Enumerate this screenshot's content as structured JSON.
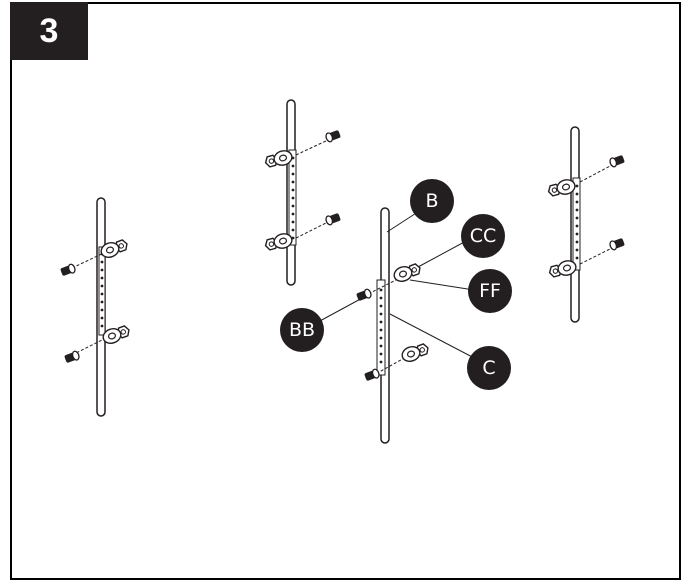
{
  "step": {
    "number": "3"
  },
  "callouts": {
    "b": "B",
    "cc": "CC",
    "ff": "FF",
    "bb": "BB",
    "c": "C"
  },
  "colors": {
    "ink": "#231f20",
    "paper": "#ffffff"
  }
}
